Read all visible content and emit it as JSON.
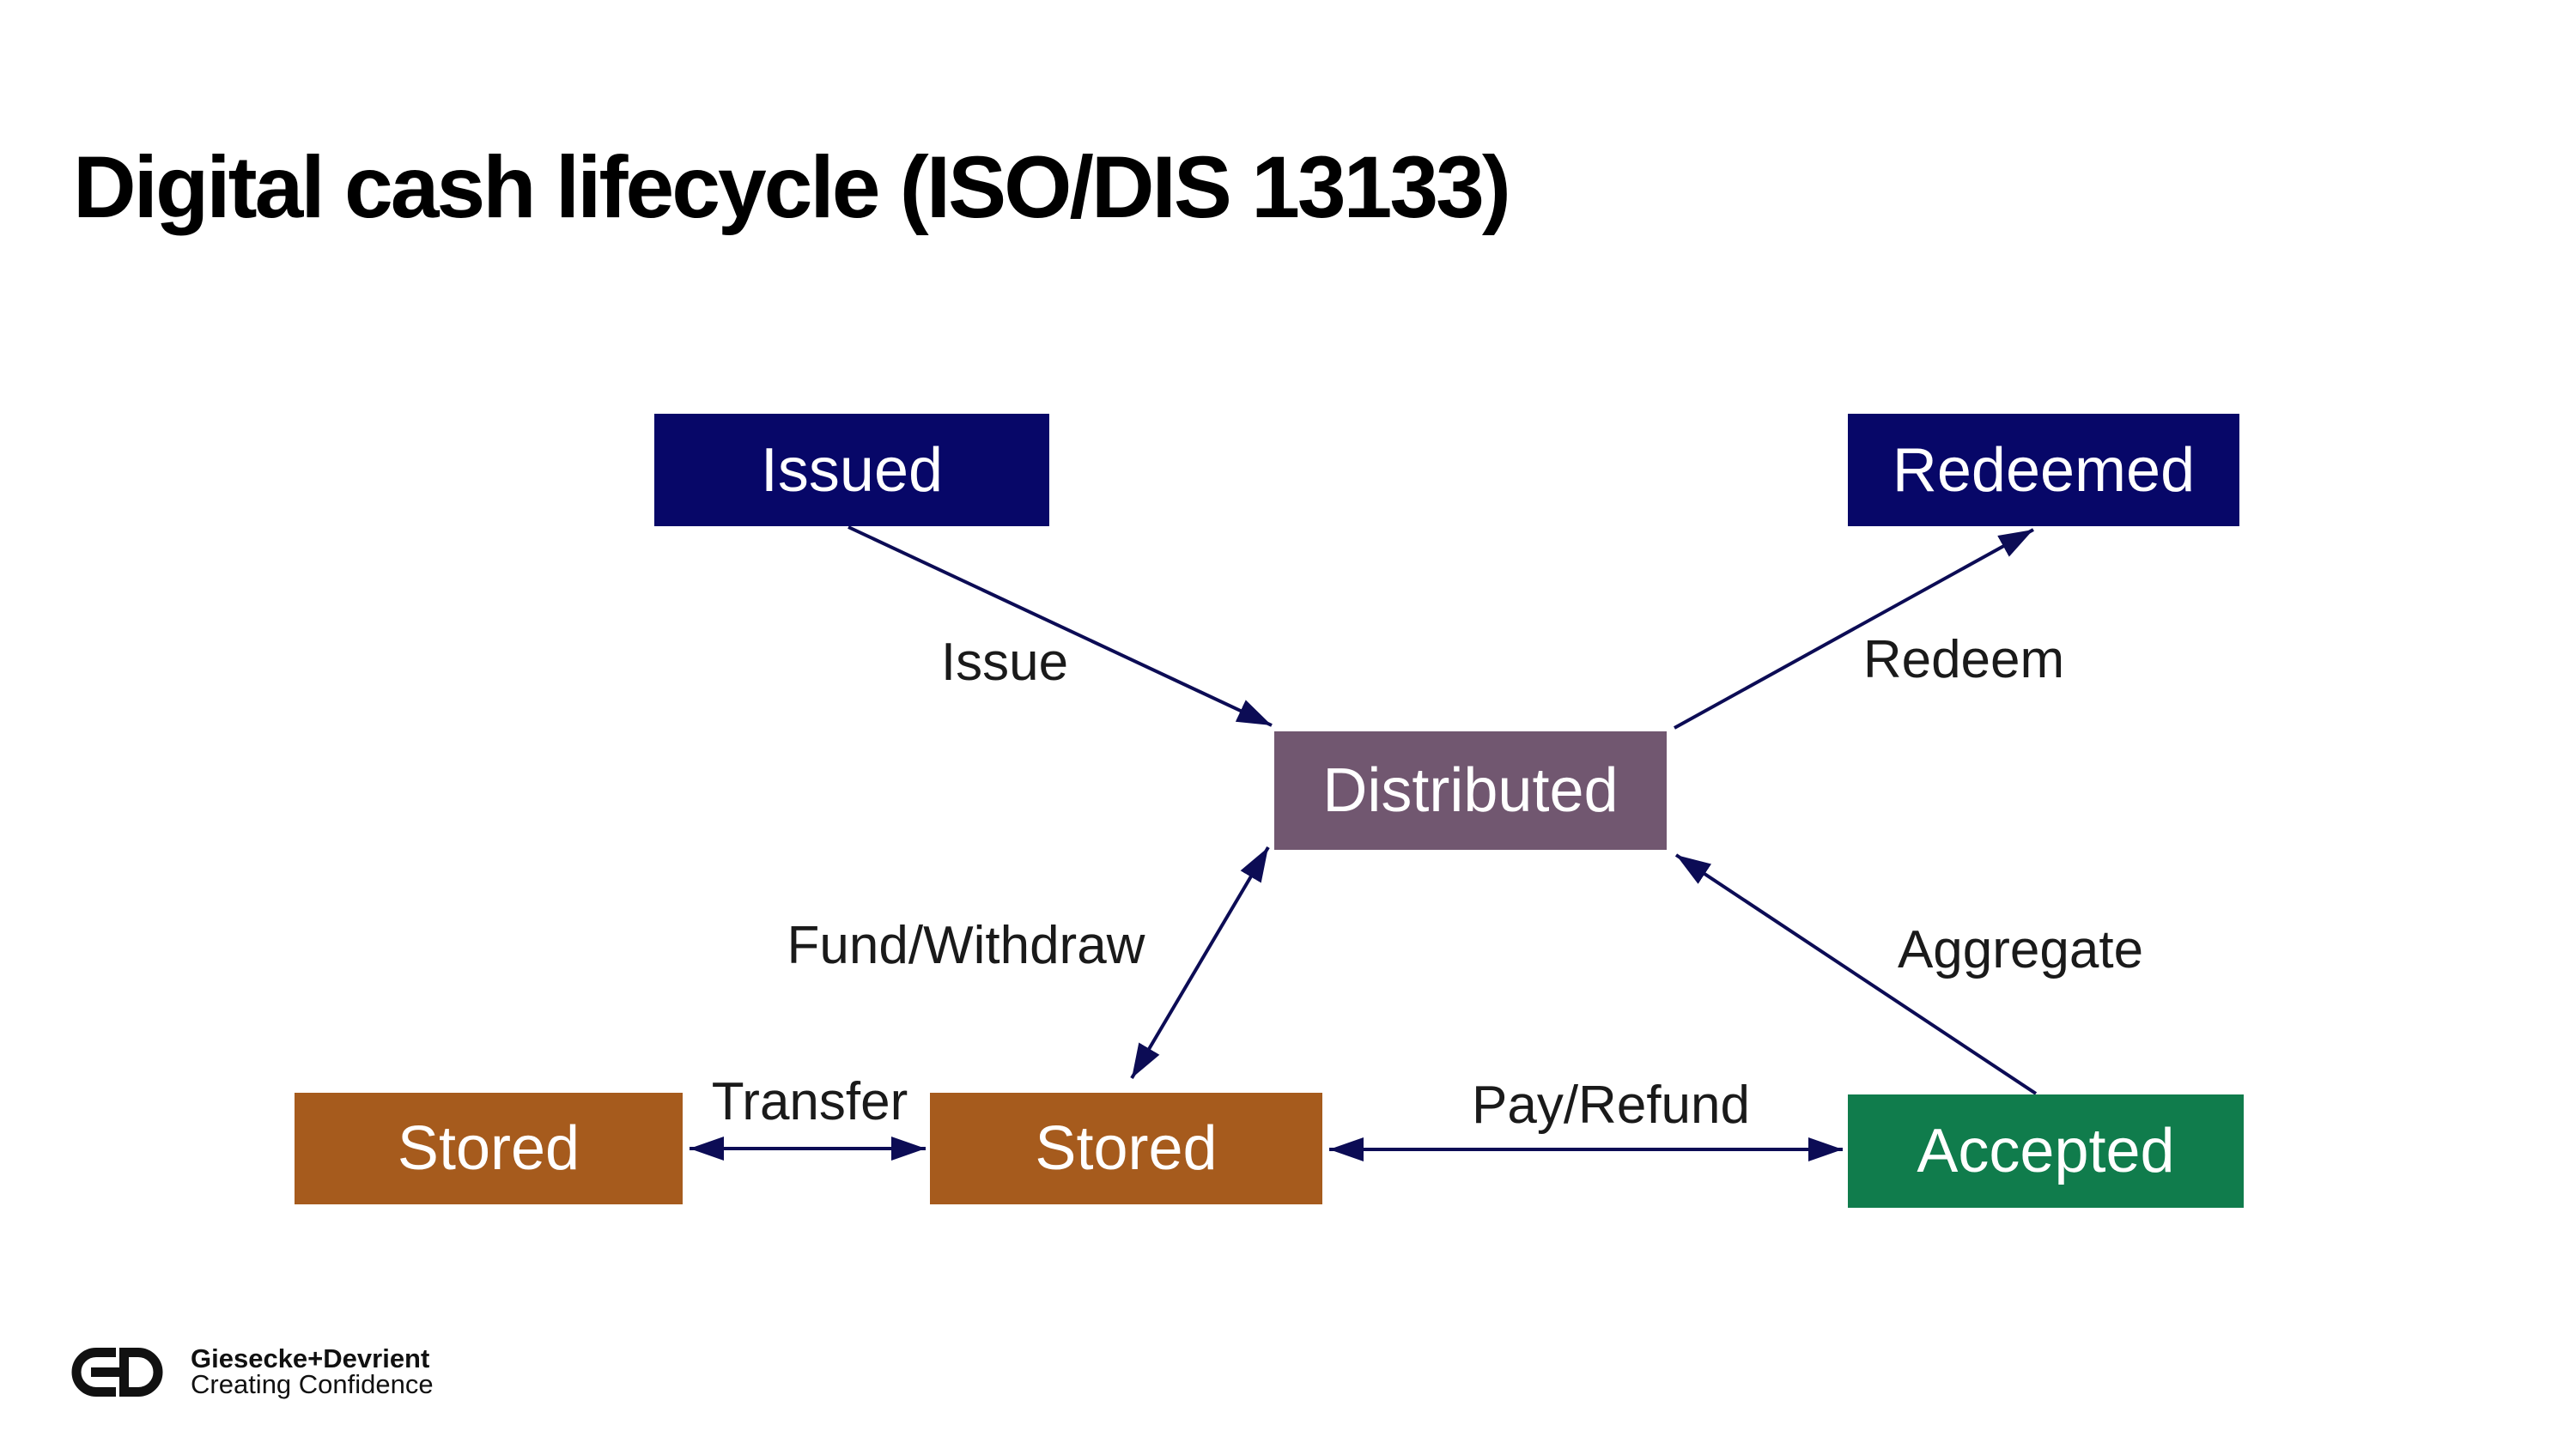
{
  "title": "Digital cash lifecycle (ISO/DIS 13133)",
  "colors": {
    "background": "#ffffff",
    "arrow": "#0c0c55",
    "navy": "#070768",
    "purple": "#715770",
    "brown": "#a65b1d",
    "green": "#107c4c",
    "node_text": "#ffffff",
    "text": "#1a1a1a"
  },
  "diagram": {
    "nodes": [
      {
        "id": "issued",
        "label": "Issued",
        "color": "#070768"
      },
      {
        "id": "redeemed",
        "label": "Redeemed",
        "color": "#070768"
      },
      {
        "id": "distributed",
        "label": "Distributed",
        "color": "#715770"
      },
      {
        "id": "stored-left",
        "label": "Stored",
        "color": "#a65b1d"
      },
      {
        "id": "stored-mid",
        "label": "Stored",
        "color": "#a65b1d"
      },
      {
        "id": "accepted",
        "label": "Accepted",
        "color": "#107c4c"
      }
    ],
    "edges": [
      {
        "label": "Issue",
        "from": "issued",
        "to": "distributed",
        "direction": "one-way"
      },
      {
        "label": "Redeem",
        "from": "distributed",
        "to": "redeemed",
        "direction": "one-way"
      },
      {
        "label": "Fund/Withdraw",
        "from": "distributed",
        "to": "stored-mid",
        "direction": "two-way"
      },
      {
        "label": "Aggregate",
        "from": "accepted",
        "to": "distributed",
        "direction": "one-way"
      },
      {
        "label": "Transfer",
        "from": "stored-left",
        "to": "stored-mid",
        "direction": "two-way"
      },
      {
        "label": "Pay/Refund",
        "from": "stored-mid",
        "to": "accepted",
        "direction": "two-way"
      }
    ]
  },
  "footer": {
    "brand": "Giesecke+Devrient",
    "tagline": "Creating Confidence"
  }
}
